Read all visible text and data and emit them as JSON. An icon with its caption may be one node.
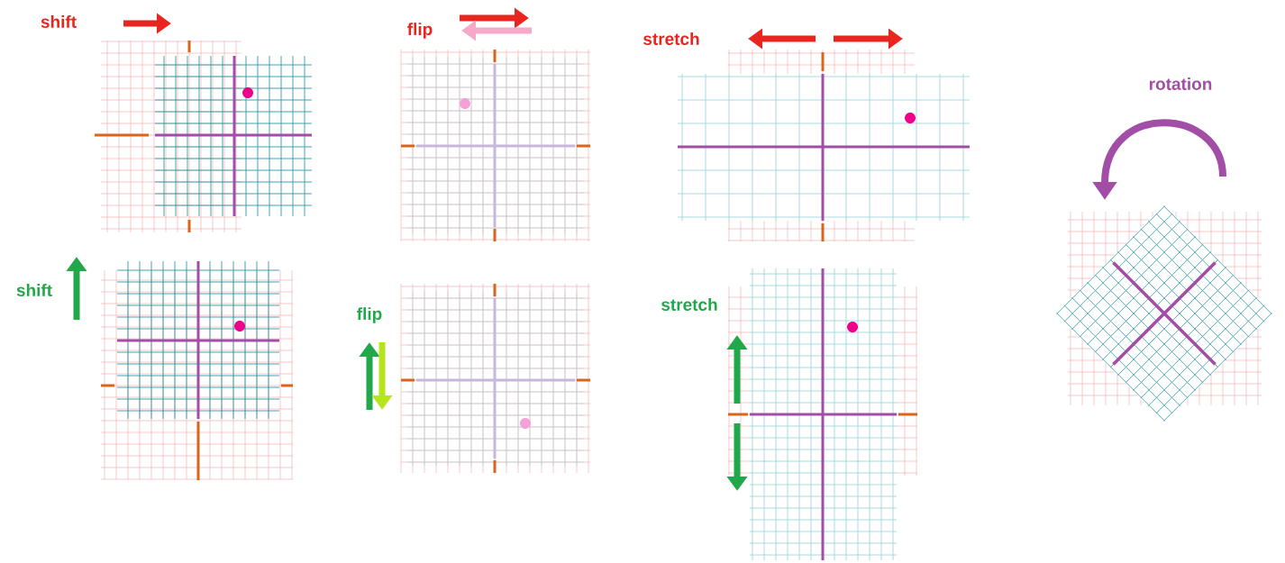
{
  "diagram": {
    "labels": [
      "shift",
      "flip",
      "stretch",
      "rotation",
      "shift",
      "flip",
      "stretch"
    ]
  }
}
